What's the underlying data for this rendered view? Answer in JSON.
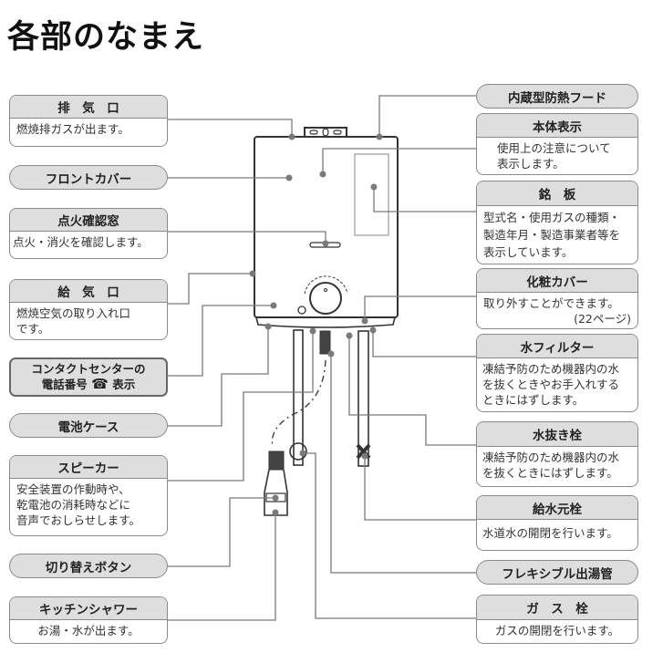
{
  "title": "各部のなまえ",
  "left": {
    "exhaust": {
      "label": "排　気　口",
      "desc": "燃焼排ガスが出ます。"
    },
    "front_cover": {
      "label": "フロントカバー"
    },
    "ignition_window": {
      "label": "点火確認窓",
      "desc": "点火・消火を確認します。"
    },
    "air_intake": {
      "label": "給　気　口",
      "desc": "燃焼空気の取り入れ口\nです。"
    },
    "contact": {
      "line1": "コンタクトセンターの",
      "line2a": "電話番号",
      "icon": "phone-icon",
      "icon_glyph": "☎",
      "line2b": "表示"
    },
    "battery_case": {
      "label": "電池ケース"
    },
    "speaker": {
      "label": "スピーカー",
      "desc": "安全装置の作動時や、\n乾電池の消耗時などに\n音声でおしらせします。"
    },
    "switch_button": {
      "label": "切り替えボタン"
    },
    "kitchen_shower": {
      "label": "キッチンシャワー",
      "desc": "お湯・水が出ます。"
    }
  },
  "right": {
    "heat_hood": {
      "label": "内蔵型防熱フード"
    },
    "body_display": {
      "label": "本体表示",
      "desc": "使用上の注意について\n表示します。"
    },
    "nameplate": {
      "label": "銘　板",
      "desc": "型式名・使用ガスの種類・\n製造年月・製造事業者等を\n表示しています。"
    },
    "decor_cover": {
      "label": "化粧カバー",
      "desc": "取り外すことができます。",
      "desc_ref": "(22ページ)"
    },
    "water_filter": {
      "label": "水フィルター",
      "desc": "凍結予防のため機器内の水\nを抜くときやお手入れする\nときにはずします。"
    },
    "drain_plug": {
      "label": "水抜き栓",
      "desc": "凍結予防のため機器内の水\nを抜くときにはずします。"
    },
    "water_valve": {
      "label": "給水元栓",
      "desc": "水道水の開閉を行います。"
    },
    "flex_pipe": {
      "label": "フレキシブル出湯管"
    },
    "gas_valve": {
      "label": "ガ　ス　栓",
      "desc": "ガスの開閉を行います。"
    }
  },
  "colors": {
    "line": "#7a7a7a",
    "header_bg": "#dedede",
    "border": "#8a8a8a"
  }
}
